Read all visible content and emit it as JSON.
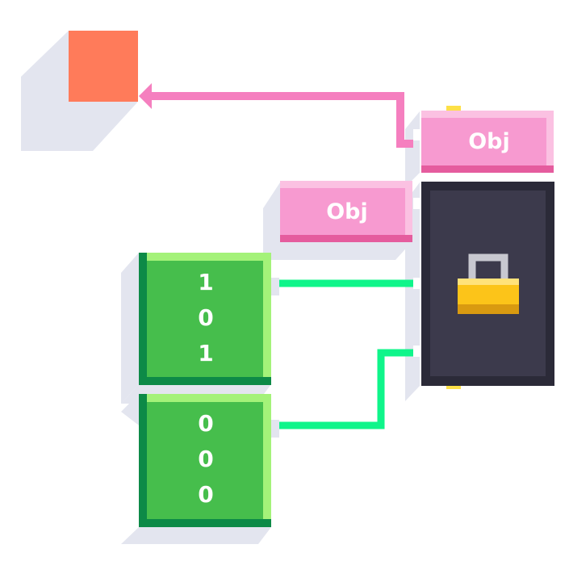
{
  "colors": {
    "shadow": "#e3e5ef",
    "output_block": "#ff7b5a",
    "pink_wire": "#f57fbf",
    "green_wire": "#0ff58a",
    "obj_main": "#f79ad0",
    "obj_light": "#fbc1e2",
    "obj_dark": "#e55c9e",
    "green_main": "#46be4c",
    "green_light": "#a4f279",
    "green_dark": "#0d8a47",
    "lock_box": "#3c3a4c",
    "lock_box_dark": "#2b2a38",
    "lock_gold": "#fcc419",
    "lock_shackle": "#c8c8d0",
    "port_yellow": "#fde047"
  },
  "nodes": {
    "obj_top": {
      "label": "Obj"
    },
    "obj_left": {
      "label": "Obj"
    },
    "bits_top": {
      "bits": [
        "1",
        "0",
        "1"
      ]
    },
    "bits_bottom": {
      "bits": [
        "0",
        "0",
        "0"
      ]
    },
    "lock": {
      "icon": "padlock-icon"
    }
  }
}
